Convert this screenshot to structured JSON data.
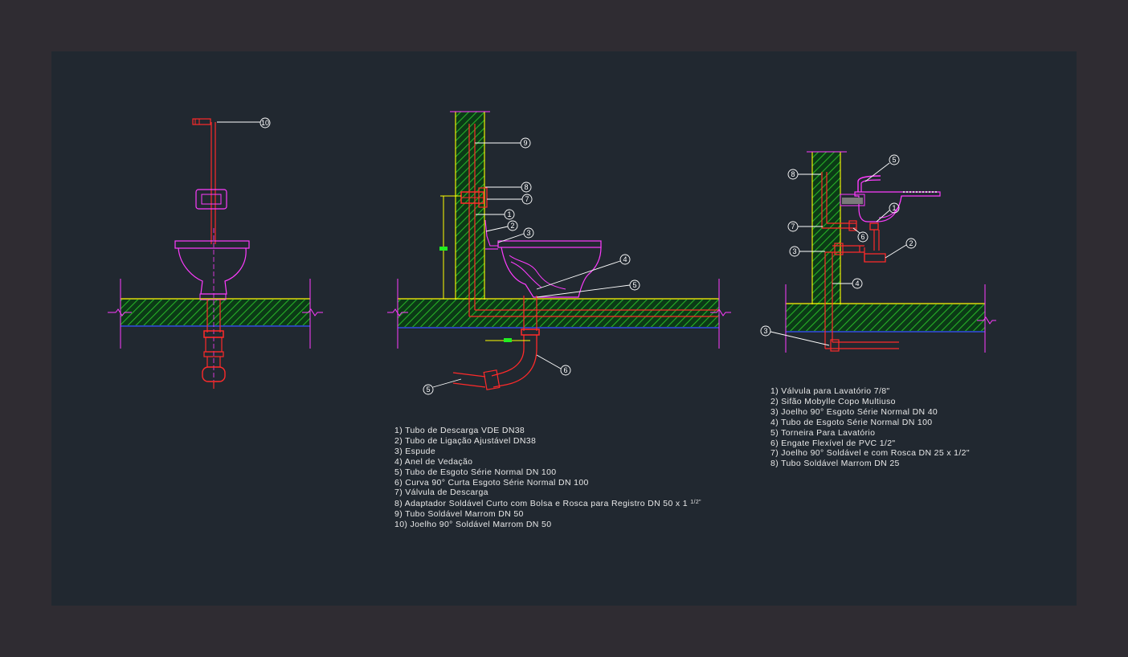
{
  "legend_toilet": [
    "1) Tubo de Descarga VDE DN38",
    "2) Tubo de Ligação Ajustável DN38",
    "3) Espude",
    "4) Anel de Vedação",
    "5) Tubo de Esgoto Série Normal DN 100",
    "6) Curva 90° Curta Esgoto Série Normal DN 100",
    "7) Válvula de Descarga",
    "8) Adaptador Soldável Curto com Bolsa e Rosca para Registro DN 50 x 1",
    "9) Tubo Soldável Marrom DN 50",
    "10) Joelho 90° Soldável Marrom DN 50"
  ],
  "legend_toilet_fraction": "1/2\"",
  "legend_sink": [
    "1) Válvula para Lavatório 7/8\"",
    "2) Sifão Mobylle Copo Multiuso",
    "3) Joelho 90° Esgoto Série Normal DN 40",
    "4) Tubo de Esgoto Série Normal DN 100",
    "5) Torneira Para Lavatório",
    "6) Engate Flexível de PVC 1/2\"",
    "7) Joelho 90° Soldável e com Rosca DN 25 x 1/2\"",
    "8) Tubo Soldável Marrom DN 25"
  ],
  "callouts": {
    "front_10": "10",
    "side_9": "9",
    "side_8": "8",
    "side_7": "7",
    "side_1": "1",
    "side_2": "2",
    "side_3": "3",
    "side_4": "4",
    "side_5a": "5",
    "side_6": "6",
    "side_5b": "5",
    "sink_8": "8",
    "sink_5": "5",
    "sink_1": "1",
    "sink_7": "7",
    "sink_6": "6",
    "sink_3a": "3",
    "sink_2": "2",
    "sink_4": "4",
    "sink_3b": "3"
  },
  "colors": {
    "background": "#2f2c32",
    "canvas": "#212830",
    "pipe_red": "#ff2a2a",
    "fixture_magenta": "#ff3cff",
    "hatch_green": "#22a822",
    "dimension_yellow": "#ffff00",
    "text_white": "#e8e8e8"
  }
}
